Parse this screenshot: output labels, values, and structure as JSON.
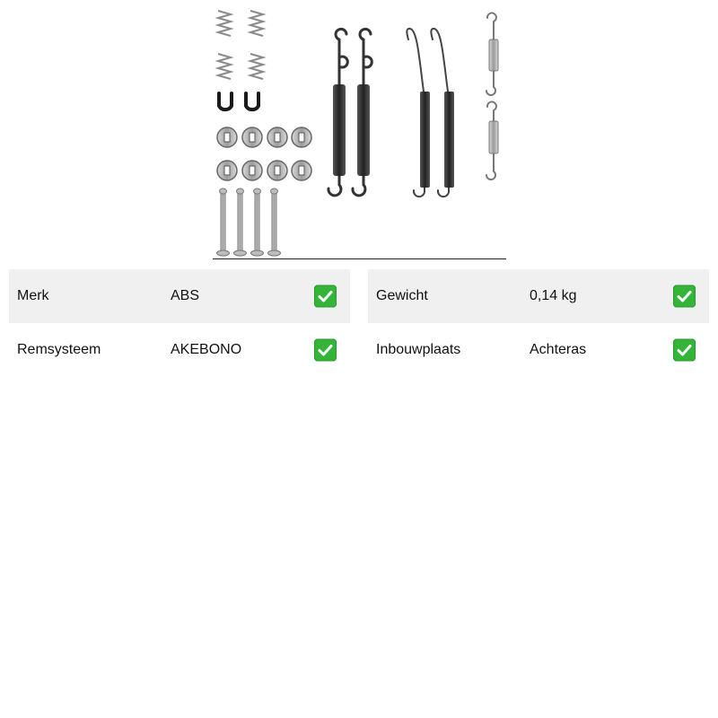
{
  "product_image": {
    "alt": "brake shoe hardware kit: springs, clips, washers, pins"
  },
  "specs": {
    "left": [
      {
        "label": "Merk",
        "value": "ABS",
        "icon": "check-icon",
        "shaded": true
      },
      {
        "label": "Remsysteem",
        "value": "AKEBONO",
        "icon": "check-icon",
        "shaded": false
      }
    ],
    "right": [
      {
        "label": "Gewicht",
        "value": "0,14 kg",
        "icon": "check-icon",
        "shaded": true
      },
      {
        "label": "Inbouwplaats",
        "value": "Achteras",
        "icon": "check-icon",
        "shaded": false
      }
    ]
  },
  "colors": {
    "row_shade": "#f0f0f0",
    "check_green": "#34b53a",
    "text": "#111111"
  }
}
